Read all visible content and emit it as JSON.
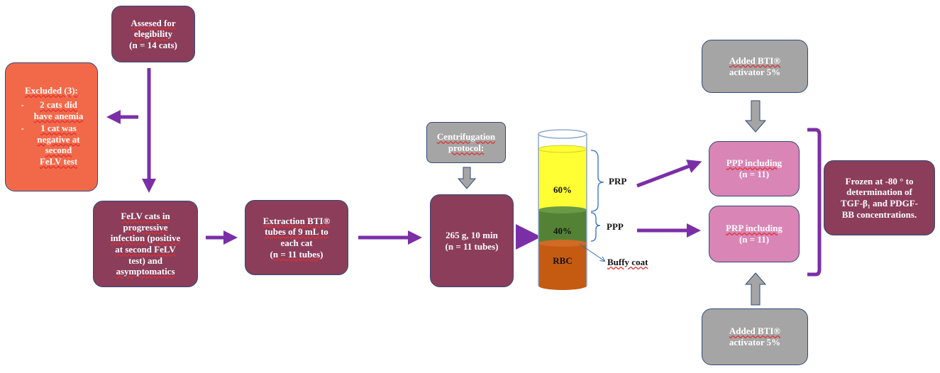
{
  "colors": {
    "maroon": "#8b3d5a",
    "orange": "#f2694a",
    "gray": "#a6a5a5",
    "pink": "#d985b5",
    "purple_arrow": "#7b2fa6",
    "yellow": "#ffff33",
    "green": "#548235",
    "rbc": "#c55a11"
  },
  "assessed": {
    "line1": "Assesed for",
    "line2": "elegibility",
    "line3": "(n = 14 cats)"
  },
  "excluded": {
    "title": "Excluded (3):",
    "items": [
      {
        "line1": "2 cats did",
        "line2": "have anemia"
      },
      {
        "line1": "1 cat was",
        "line2": "negative at",
        "line3": "second",
        "line4": "FeLV test"
      }
    ]
  },
  "felv": {
    "line1": "FeLV cats in",
    "line2": "progressive",
    "line3": "infection (positive",
    "line4": "at second FeLV",
    "line5": "test) and",
    "line6": "asymptomatics"
  },
  "extraction": {
    "line1": "Extraction BTI®",
    "line2": "tubes of 9 mL to",
    "line3": "each cat",
    "line4": "(n = 11 tubes)"
  },
  "centrifugation": {
    "line1": "Centrifugation",
    "line2": "protocol:"
  },
  "spin": {
    "line1": "265 g, 10 min",
    "line2": "(n = 11 tubes)"
  },
  "tube": {
    "layer_top": "60%",
    "layer_mid": "40%",
    "layer_bottom": "RBC",
    "label_prp": "PRP",
    "label_ppp": "PPP",
    "label_buffy": "Buffy coat"
  },
  "activator_top": {
    "line1": "Added BTI®",
    "line2": "activator 5%"
  },
  "activator_bottom": {
    "line1": "Added BTI®",
    "line2": "activator 5%"
  },
  "ppp_box": {
    "line1": "PPP including",
    "line2": "(n = 11)"
  },
  "prp_box": {
    "line1": "PRP including",
    "line2": "(n = 11)"
  },
  "frozen": {
    "line1": "Frozen at -80 ° to",
    "line2": "determination of",
    "line3": "TGF-β₁ and PDGF-",
    "line4": "BB concentrations."
  }
}
